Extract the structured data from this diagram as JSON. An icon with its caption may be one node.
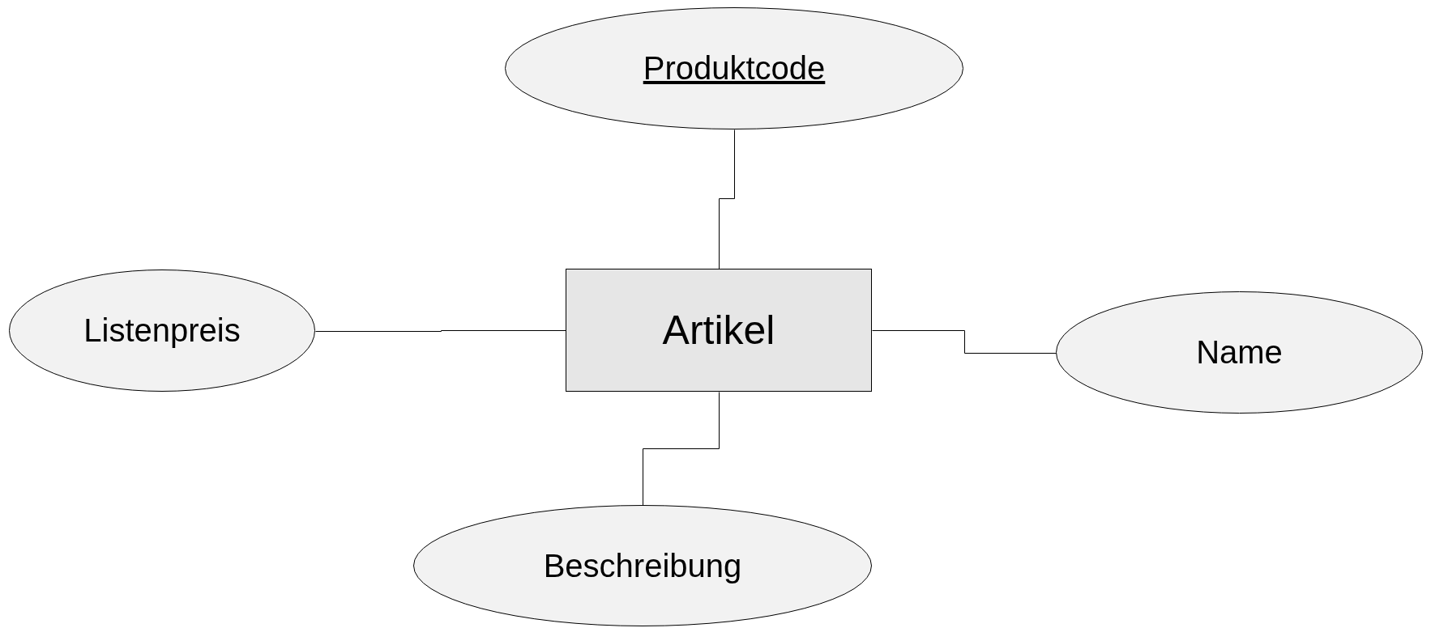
{
  "diagram": {
    "nodes": [
      {
        "text": [
          "Produktcode"
        ]
      },
      {
        "text": [
          "Listenpreis"
        ]
      },
      {
        "text": [
          "Artikel"
        ]
      },
      {
        "text": [
          "Name"
        ]
      },
      {
        "text": [
          "Beschreibung"
        ]
      }
    ],
    "edges": [
      {
        "from": 0,
        "to": 2,
        "arrow": "none"
      },
      {
        "from": 1,
        "to": 2,
        "arrow": "none"
      },
      {
        "from": 2,
        "to": 3,
        "arrow": "none"
      },
      {
        "from": 2,
        "to": 4,
        "arrow": "none"
      }
    ]
  }
}
